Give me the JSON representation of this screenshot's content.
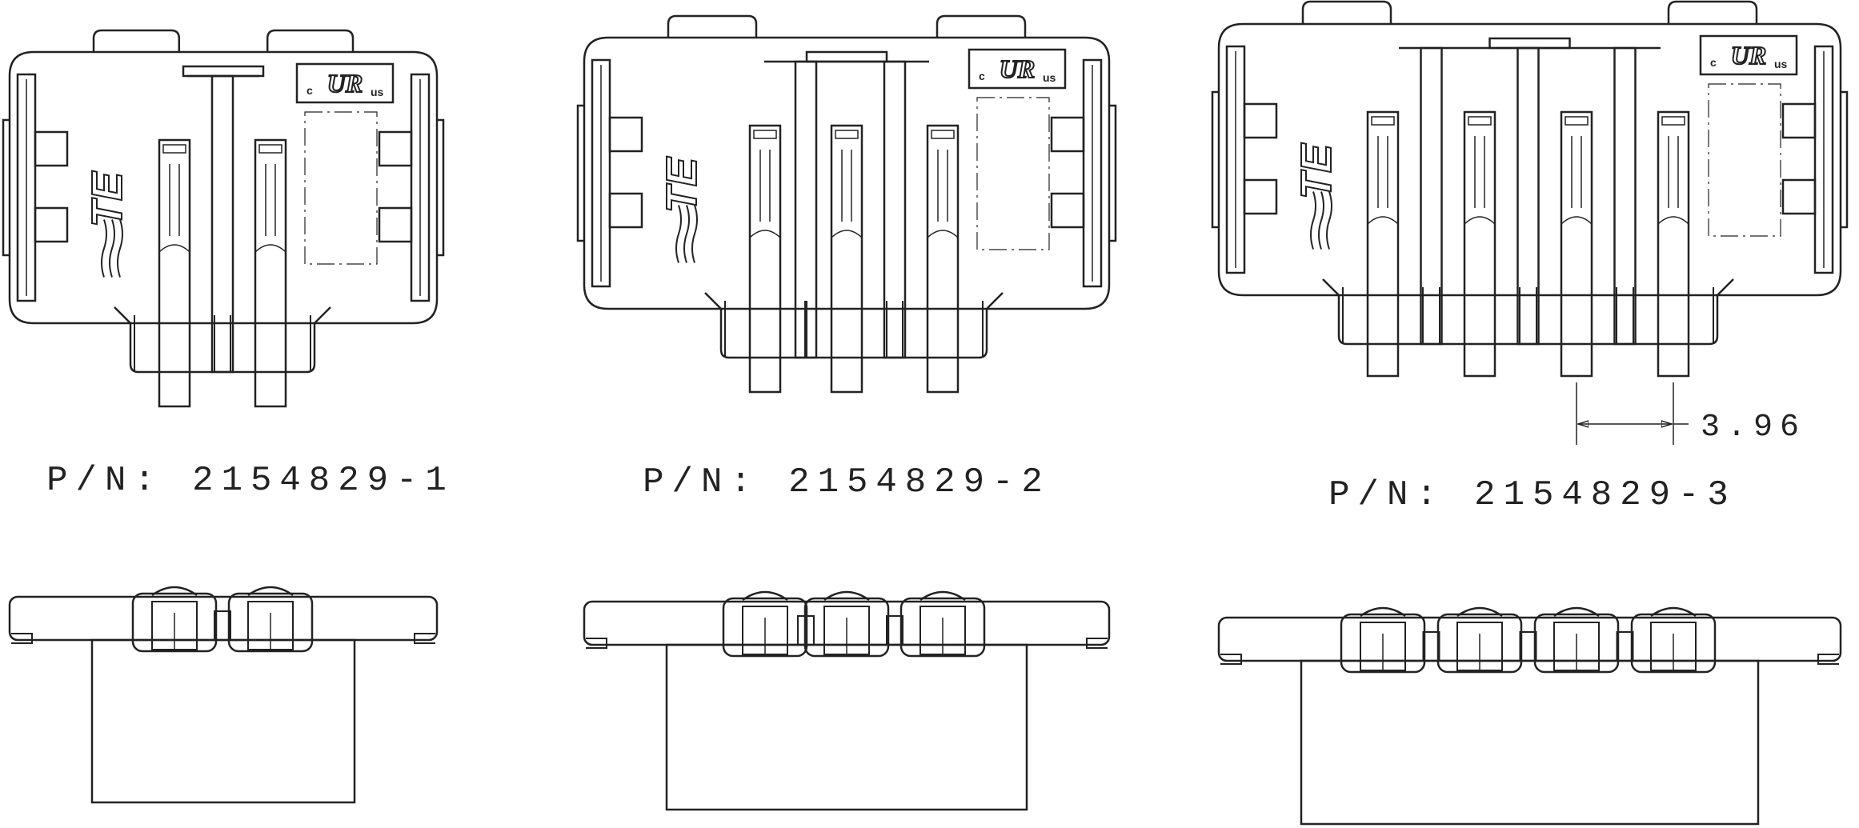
{
  "drawing": {
    "line_color": "#222222",
    "background": "#ffffff",
    "brand_mark": "TE",
    "cert_mark": {
      "left": "c",
      "mark": "UR",
      "right": "us"
    },
    "parts": [
      {
        "part_number": "P/N: 2154829-1",
        "pin_count": 2
      },
      {
        "part_number": "P/N: 2154829-2",
        "pin_count": 3
      },
      {
        "part_number": "P/N: 2154829-3",
        "pin_count": 4
      }
    ],
    "pitch_dimension": "3.96"
  }
}
